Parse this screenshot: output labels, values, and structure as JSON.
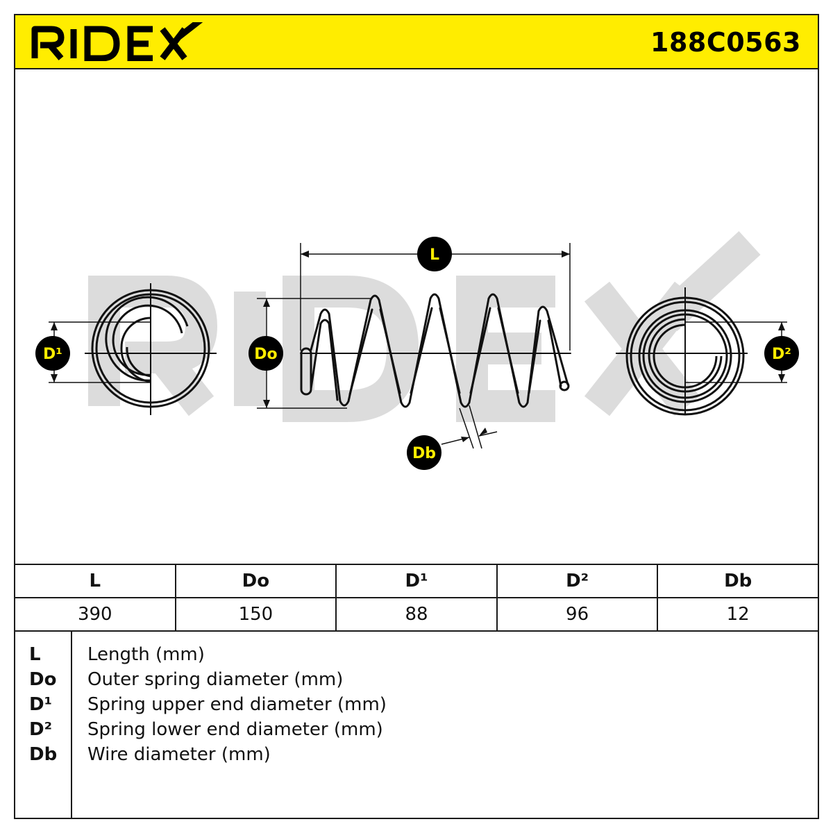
{
  "header": {
    "brand": "RIDEX",
    "part_number": "188C0563"
  },
  "colors": {
    "brand_yellow": "#ffed00",
    "ink": "#1a1a1a",
    "watermark": "#d9d9d9"
  },
  "diagram": {
    "watermark": "RIDEX",
    "badges": {
      "length": "L",
      "outer_diameter": "Do",
      "upper_end": "D¹",
      "lower_end": "D²",
      "wire": "Db"
    }
  },
  "table": {
    "headers": [
      "L",
      "Do",
      "D¹",
      "D²",
      "Db"
    ],
    "values": [
      "390",
      "150",
      "88",
      "96",
      "12"
    ]
  },
  "legend": [
    {
      "key": "L",
      "text": "Length (mm)"
    },
    {
      "key": "Do",
      "text": "Outer spring diameter (mm)"
    },
    {
      "key": "D¹",
      "text": "Spring upper end diameter (mm)"
    },
    {
      "key": "D²",
      "text": "Spring lower end diameter (mm)"
    },
    {
      "key": "Db",
      "text": "Wire diameter (mm)"
    }
  ]
}
